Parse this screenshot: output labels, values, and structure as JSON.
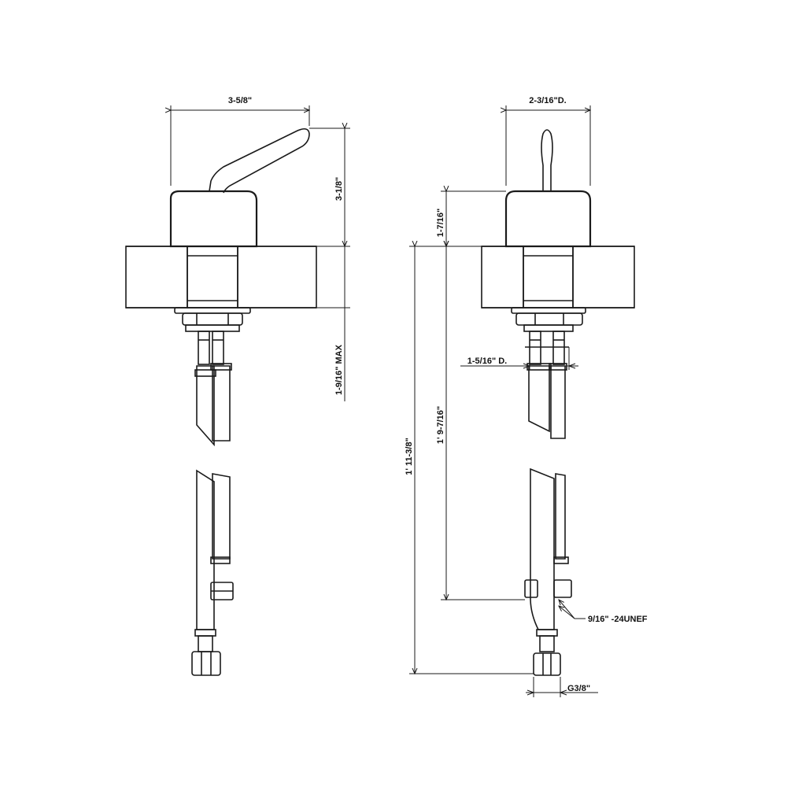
{
  "dimensions": {
    "side_body_width": "3-5/8\"",
    "side_total_height": "3-1/8\"",
    "side_max_thickness": "1-9/16\" MAX",
    "front_body_diameter": "2-3/16\"D.",
    "front_body_height": "1-7/16\"",
    "front_shank_diameter": "1-5/16\"  D.",
    "front_hose_length": "1'  9-7/16\"",
    "front_total_length": "1'  11-3/8\"",
    "thread_spec": "9/16\"  -24UNEF",
    "fitting_size": "G3/8\""
  }
}
